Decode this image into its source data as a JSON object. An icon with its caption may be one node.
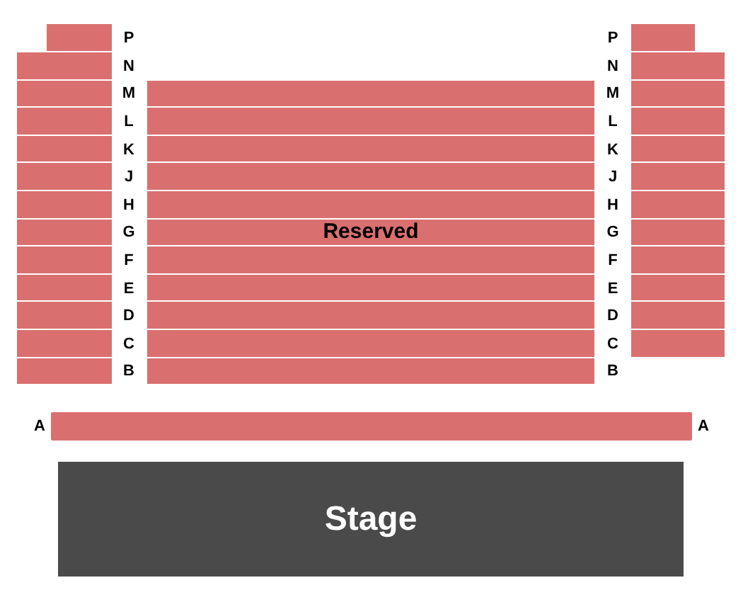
{
  "diagram": {
    "nodes": [
      {
        "text": [],
        "shape": "box"
      },
      {
        "text": [
          "Reserved"
        ]
      },
      {
        "text": [],
        "shape": "box"
      },
      {
        "text": [],
        "shape": "bar"
      },
      {
        "text": [
          "Stage"
        ]
      }
    ],
    "labels": [
      "P",
      "P",
      "N",
      "N",
      "M",
      "M",
      "L",
      "L",
      "K",
      "K",
      "J",
      "J",
      "H",
      "H",
      "G",
      "G",
      "F",
      "F",
      "E",
      "E",
      "D",
      "D",
      "C",
      "C",
      "B",
      "B",
      "A",
      "A"
    ]
  }
}
